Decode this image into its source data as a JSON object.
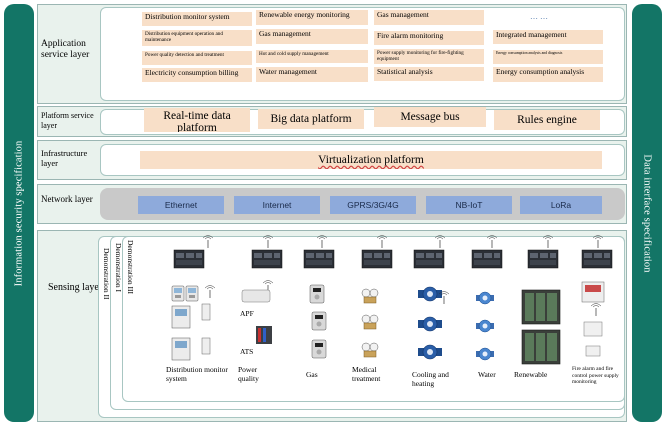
{
  "side": {
    "left": "Information security specification",
    "right": "Data interface specification"
  },
  "layers": {
    "application": "Application service layer",
    "platform": "Platform service layer",
    "infrastructure": "Infrastructure layer",
    "network": "Network layer",
    "sensing": "Sensing layer"
  },
  "application": {
    "col1": [
      "Distribution monitor system",
      "Distribution equipment operation and maintenance",
      "Power quality detection and treatment",
      "Electricity consumption billing"
    ],
    "col2": [
      "Renewable energy monitoring",
      "Gas management",
      "Hot and cold supply management",
      "Water management"
    ],
    "col3": [
      "Gas management",
      "Fire alarm monitoring",
      "Power supply monitoring for fire-fighting equipment",
      "Statistical analysis"
    ],
    "col4": [
      "… …",
      "Integrated management",
      "Energy consumption analysis and diagnosis",
      "Energy consumption analysis"
    ]
  },
  "platform": [
    "Real-time data platform",
    "Big data platform",
    "Message bus",
    "Rules engine"
  ],
  "infrastructure": "Virtualization platform",
  "network": [
    "Ethernet",
    "Internet",
    "GPRS/3G/4G",
    "NB-IoT",
    "LoRa"
  ],
  "sensing": {
    "frames": [
      "Demonstration III",
      "Demonstration II",
      "Demonstration I"
    ],
    "categories": [
      "Distribution monitor system",
      "Power quality",
      "Gas",
      "Medical treatment",
      "Cooling and heating",
      "Water",
      "Renewable",
      "Fire alarm and fire control power supply monitoring"
    ],
    "apf": "APF",
    "ats": "ATS"
  }
}
